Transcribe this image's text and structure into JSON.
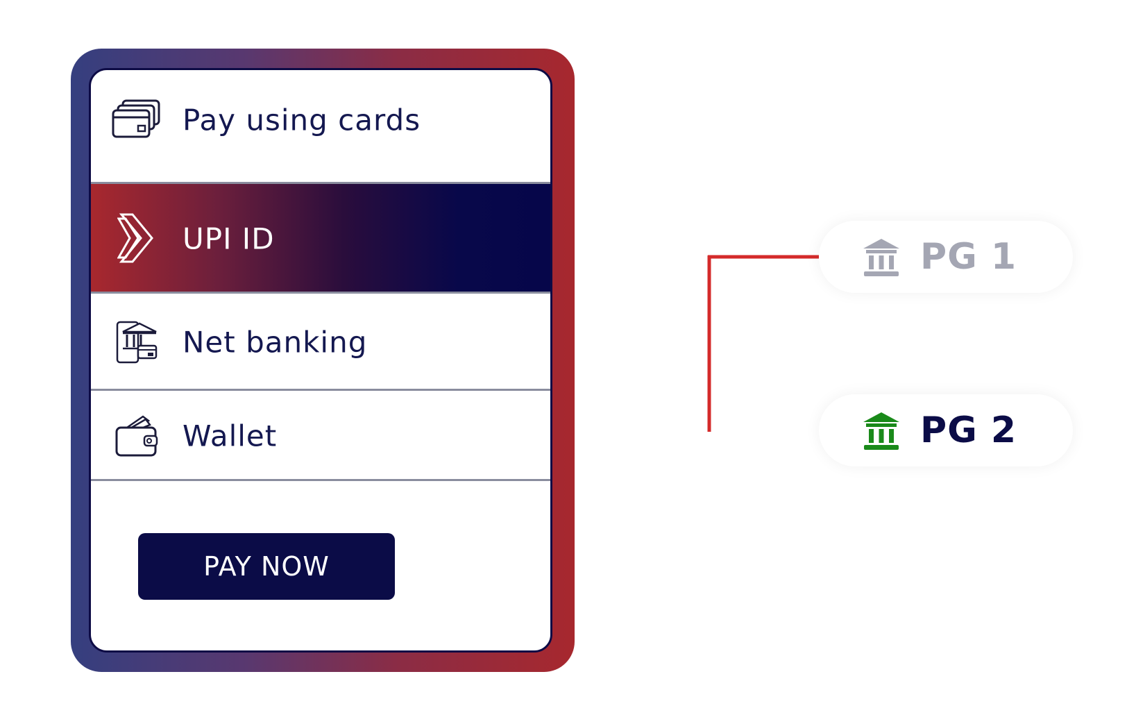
{
  "payment_methods": {
    "cards": {
      "label": "Pay using cards",
      "icon": "credit-cards-icon"
    },
    "upi": {
      "label": "UPI ID",
      "icon": "upi-chevron-icon",
      "selected": true
    },
    "net_banking": {
      "label": "Net banking",
      "icon": "bank-building-icon"
    },
    "wallet": {
      "label": "Wallet",
      "icon": "wallet-icon"
    }
  },
  "pay_button": {
    "label": "PAY NOW"
  },
  "gateways": [
    {
      "label": "PG 1",
      "icon": "bank-icon",
      "active": false
    },
    {
      "label": "PG 2",
      "icon": "bank-icon",
      "active": true
    }
  ],
  "colors": {
    "navy": "#0b0c47",
    "red": "#a8282e",
    "frame_blue": "#353f7f",
    "connector_red": "#d42a2a",
    "pg_inactive": "#a4a6b3",
    "pg_active_icon": "#1a8a1a"
  }
}
